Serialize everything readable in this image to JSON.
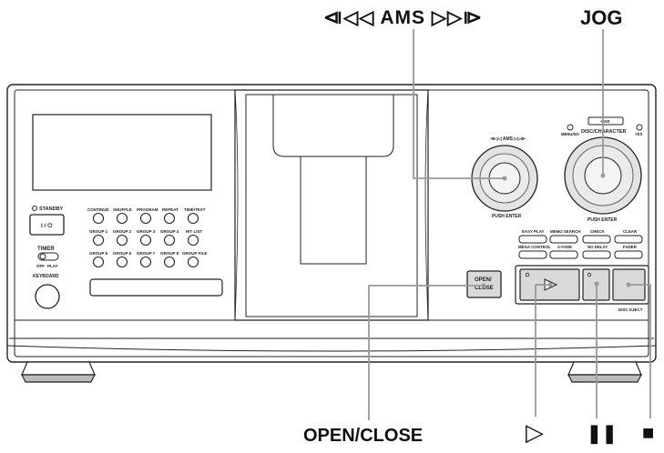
{
  "callouts": {
    "ams": "⧏◁◁ AMS ▷▷⧐",
    "jog": "JOG",
    "open_close": "OPEN/CLOSE",
    "play": "▷",
    "pause": "❚❚",
    "stop": "■"
  },
  "panel": {
    "standby": "STANDBY",
    "power": "I / ⏻",
    "timer": "TIMER",
    "timer_off": "OFF",
    "timer_play": "PLAY",
    "keyboard": "KEYBOARD",
    "row1": [
      "CONTINUE",
      "SHUFFLE",
      "PROGRAM",
      "REPEAT",
      "TIME/TEXT"
    ],
    "row2": [
      "GROUP 1",
      "GROUP 2",
      "GROUP 3",
      "GROUP 4",
      "HIT LIST"
    ],
    "row3": [
      "GROUP 5",
      "GROUP 6",
      "GROUP 7",
      "GROUP 8",
      "GROUP FILE"
    ],
    "ams_label": "⧏◁◁ AMS ▷▷⧐",
    "push_enter_left": "PUSH ENTER",
    "push_enter_right": "PUSH ENTER",
    "plus100": "+100",
    "disc_character": "DISC/CHARACTER",
    "menu_no": "MENU/NO",
    "yes": "YES",
    "fn_row1": [
      "EASY PLAY",
      "MEMO SEARCH",
      "CHECK",
      "CLEAR"
    ],
    "fn_row2": [
      "MEGA CONTROL",
      "X-FADE",
      "NO DELAY",
      "FADER"
    ],
    "open_btn_line1": "OPEN/",
    "open_btn_line2": "CLOSE",
    "disc_eject": "DISC EJECT"
  },
  "colors": {
    "outline": "#222222",
    "button_fill": "#d9d9d9",
    "knob_fill": "#e3e3e3",
    "leader": "#9a9a9a"
  }
}
